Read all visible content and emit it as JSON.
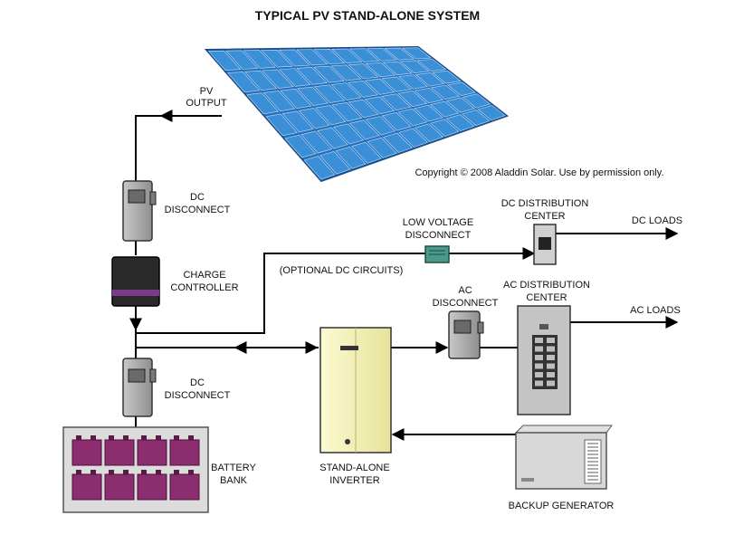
{
  "title": "TYPICAL PV STAND-ALONE SYSTEM",
  "copyright": "Copyright © 2008 Aladdin Solar. Use by permission only.",
  "labels": {
    "pv_output": [
      "PV",
      "OUTPUT"
    ],
    "dc_disconnect_top": [
      "DC",
      "DISCONNECT"
    ],
    "charge_controller": [
      "CHARGE",
      "CONTROLLER"
    ],
    "dc_disconnect_bottom": [
      "DC",
      "DISCONNECT"
    ],
    "battery_bank": [
      "BATTERY",
      "BANK"
    ],
    "low_voltage_disconnect": [
      "LOW VOLTAGE",
      "DISCONNECT"
    ],
    "optional_dc_circuits": "(OPTIONAL DC CIRCUITS)",
    "dc_distribution_center": [
      "DC DISTRIBUTION",
      "CENTER"
    ],
    "dc_loads": "DC LOADS",
    "ac_disconnect": [
      "AC",
      "DISCONNECT"
    ],
    "ac_distribution_center": [
      "AC DISTRIBUTION",
      "CENTER"
    ],
    "ac_loads": "AC LOADS",
    "inverter": [
      "STAND-ALONE",
      "INVERTER"
    ],
    "backup_generator": "BACKUP GENERATOR"
  },
  "colors": {
    "panel_blue": "#3a8fd6",
    "panel_frame": "#1b4f8a",
    "disconnect_gray": "#9a9a9a",
    "controller_dark": "#2a2a2a",
    "controller_stripe": "#7a3a8a",
    "battery_magenta": "#8b2d6e",
    "inverter_yellow": "#f2f0a8",
    "lvd_teal": "#4a9a8a"
  }
}
